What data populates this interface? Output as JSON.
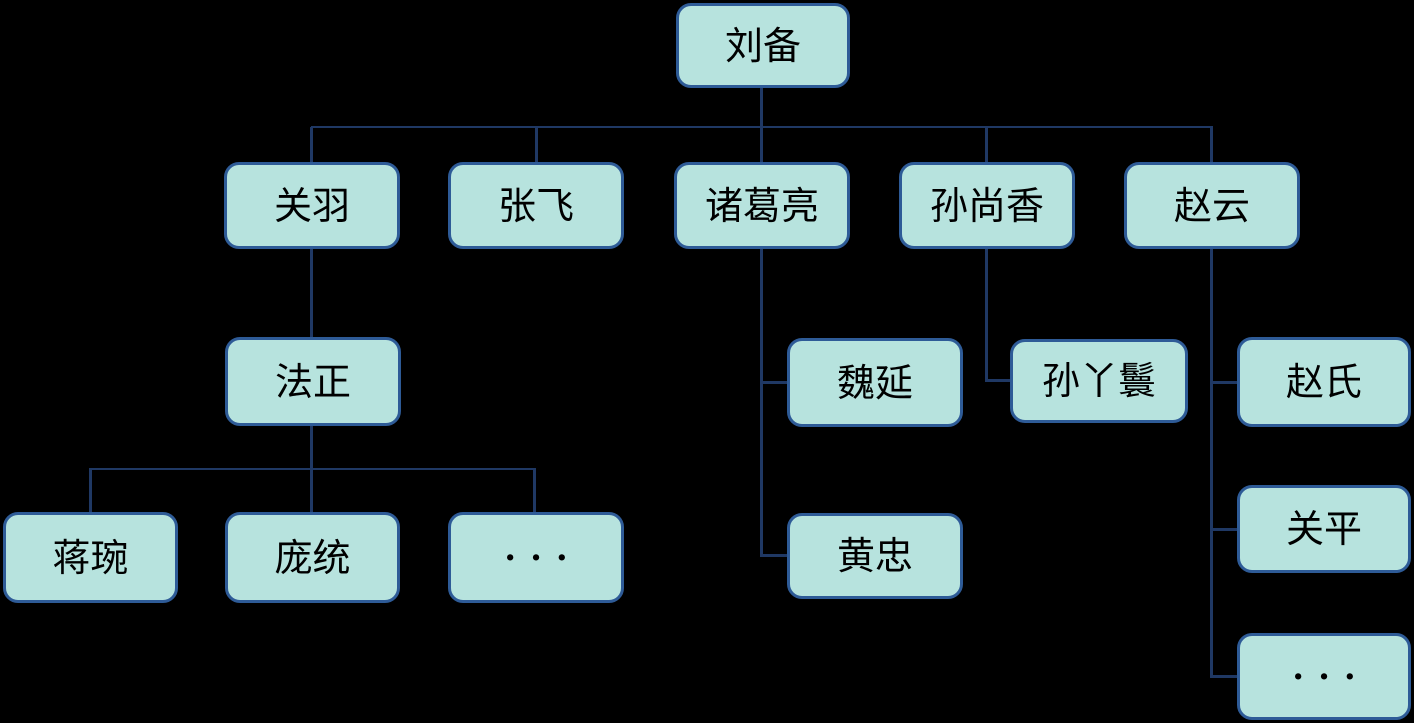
{
  "diagram": {
    "type": "org-chart",
    "title": "",
    "colors": {
      "background": "#000000",
      "node-fill": "#b7e3de",
      "node-border": "#2e5b97",
      "connector": "#1f3864",
      "text": "#000000"
    },
    "nodes": {
      "liubei": {
        "label": "刘备"
      },
      "guanyu": {
        "label": "关羽"
      },
      "zhangfei": {
        "label": "张飞"
      },
      "zhugeliang": {
        "label": "诸葛亮"
      },
      "sunshangxiang": {
        "label": "孙尚香"
      },
      "zhaoyun": {
        "label": "赵云"
      },
      "fazheng": {
        "label": "法正"
      },
      "jiangwan": {
        "label": "蒋琬"
      },
      "pangtong": {
        "label": "庞统"
      },
      "ellipsis1": {
        "label": "···"
      },
      "weiyan": {
        "label": "魏延"
      },
      "huangzhong": {
        "label": "黄忠"
      },
      "sunyahuan": {
        "label": "孙丫鬟"
      },
      "zhaoshi": {
        "label": "赵氏"
      },
      "guanping": {
        "label": "关平"
      },
      "ellipsis2": {
        "label": "···"
      }
    },
    "hierarchy": {
      "刘备": {
        "关羽": {
          "法正": [
            "蒋琬",
            "庞统",
            "···"
          ]
        },
        "张飞": {},
        "诸葛亮": [
          "魏延",
          "黄忠"
        ],
        "孙尚香": [
          "孙丫鬟"
        ],
        "赵云": [
          "赵氏",
          "关平",
          "···"
        ]
      }
    }
  }
}
